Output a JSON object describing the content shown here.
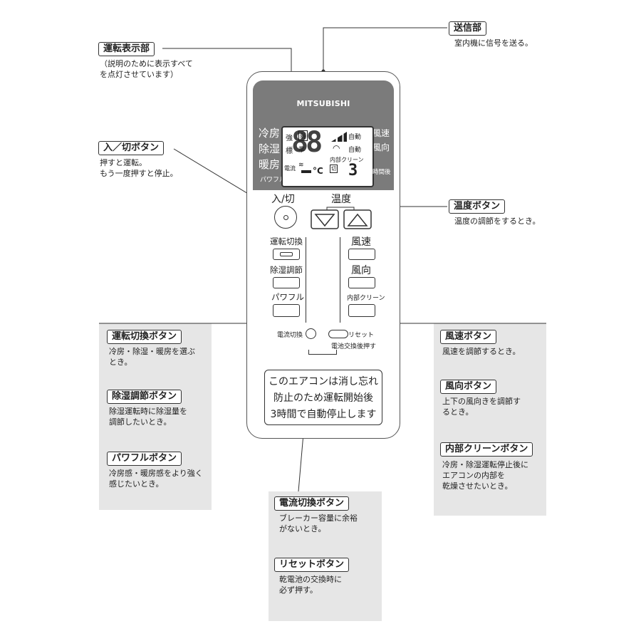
{
  "callouts": {
    "display": {
      "label": "運転表示部",
      "desc": "（説明のために表示すべて\nを点灯させています）"
    },
    "transmitter": {
      "label": "送信部",
      "desc": "室内機に信号を送る。"
    },
    "power": {
      "label": "入／切ボタン",
      "desc": "押すと運転。\nもう一度押すと停止。"
    },
    "temperature": {
      "label": "温度ボタン",
      "desc": "温度の調節をするとき。"
    },
    "mode": {
      "label": "運転切換ボタン",
      "desc": "冷房・除湿・暖房を選ぶ\nとき。"
    },
    "dehumid": {
      "label": "除湿調節ボタン",
      "desc": "除湿運転時に除湿量を\n調節したいとき。"
    },
    "powerful": {
      "label": "パワフルボタン",
      "desc": "冷房感・暖房感をより強く\n感じたいとき。"
    },
    "fan_speed": {
      "label": "風速ボタン",
      "desc": "風速を調節するとき。"
    },
    "air_direction": {
      "label": "風向ボタン",
      "desc": "上下の風向きを調節す\nるとき。"
    },
    "internal_clean": {
      "label": "内部クリーンボタン",
      "desc": "冷房・除湿運転停止後に\nエアコンの内部を\n乾燥させたいとき。"
    },
    "current_switch": {
      "label": "電流切換ボタン",
      "desc": "ブレーカー容量に余裕\nがないとき。"
    },
    "reset": {
      "label": "リセットボタン",
      "desc": "乾電池の交換時に\n必ず押す。"
    }
  },
  "remote": {
    "brand": "MITSUBISHI",
    "modes": [
      "冷房",
      "除湿",
      "暖房"
    ],
    "powerful_indicator": "パワフル",
    "wind_labels": [
      "風速",
      "風向"
    ],
    "lcd": {
      "strong": "強",
      "weak": "弱",
      "standard": "標",
      "quasi": "準",
      "temp_digits": "88",
      "celsius": "°C",
      "current": "電流",
      "auto1": "自動",
      "auto2": "自動",
      "internal_clean": "内部クリーン",
      "cut": "切",
      "timer_digit": "3",
      "timer_unit": "時間後"
    },
    "power_label": "入/切",
    "temp_label": "温度",
    "buttons_left": [
      "運転切換",
      "除湿調節",
      "パワフル"
    ],
    "buttons_right": [
      "風速",
      "風向",
      "内部クリーン"
    ],
    "current_switch_label": "電流切換",
    "reset_label": "リセット",
    "battery_note": "電池交換後押す",
    "notice": [
      "このエアコンは消し忘れ",
      "防止のため運転開始後",
      "3時間で自動停止します"
    ]
  }
}
